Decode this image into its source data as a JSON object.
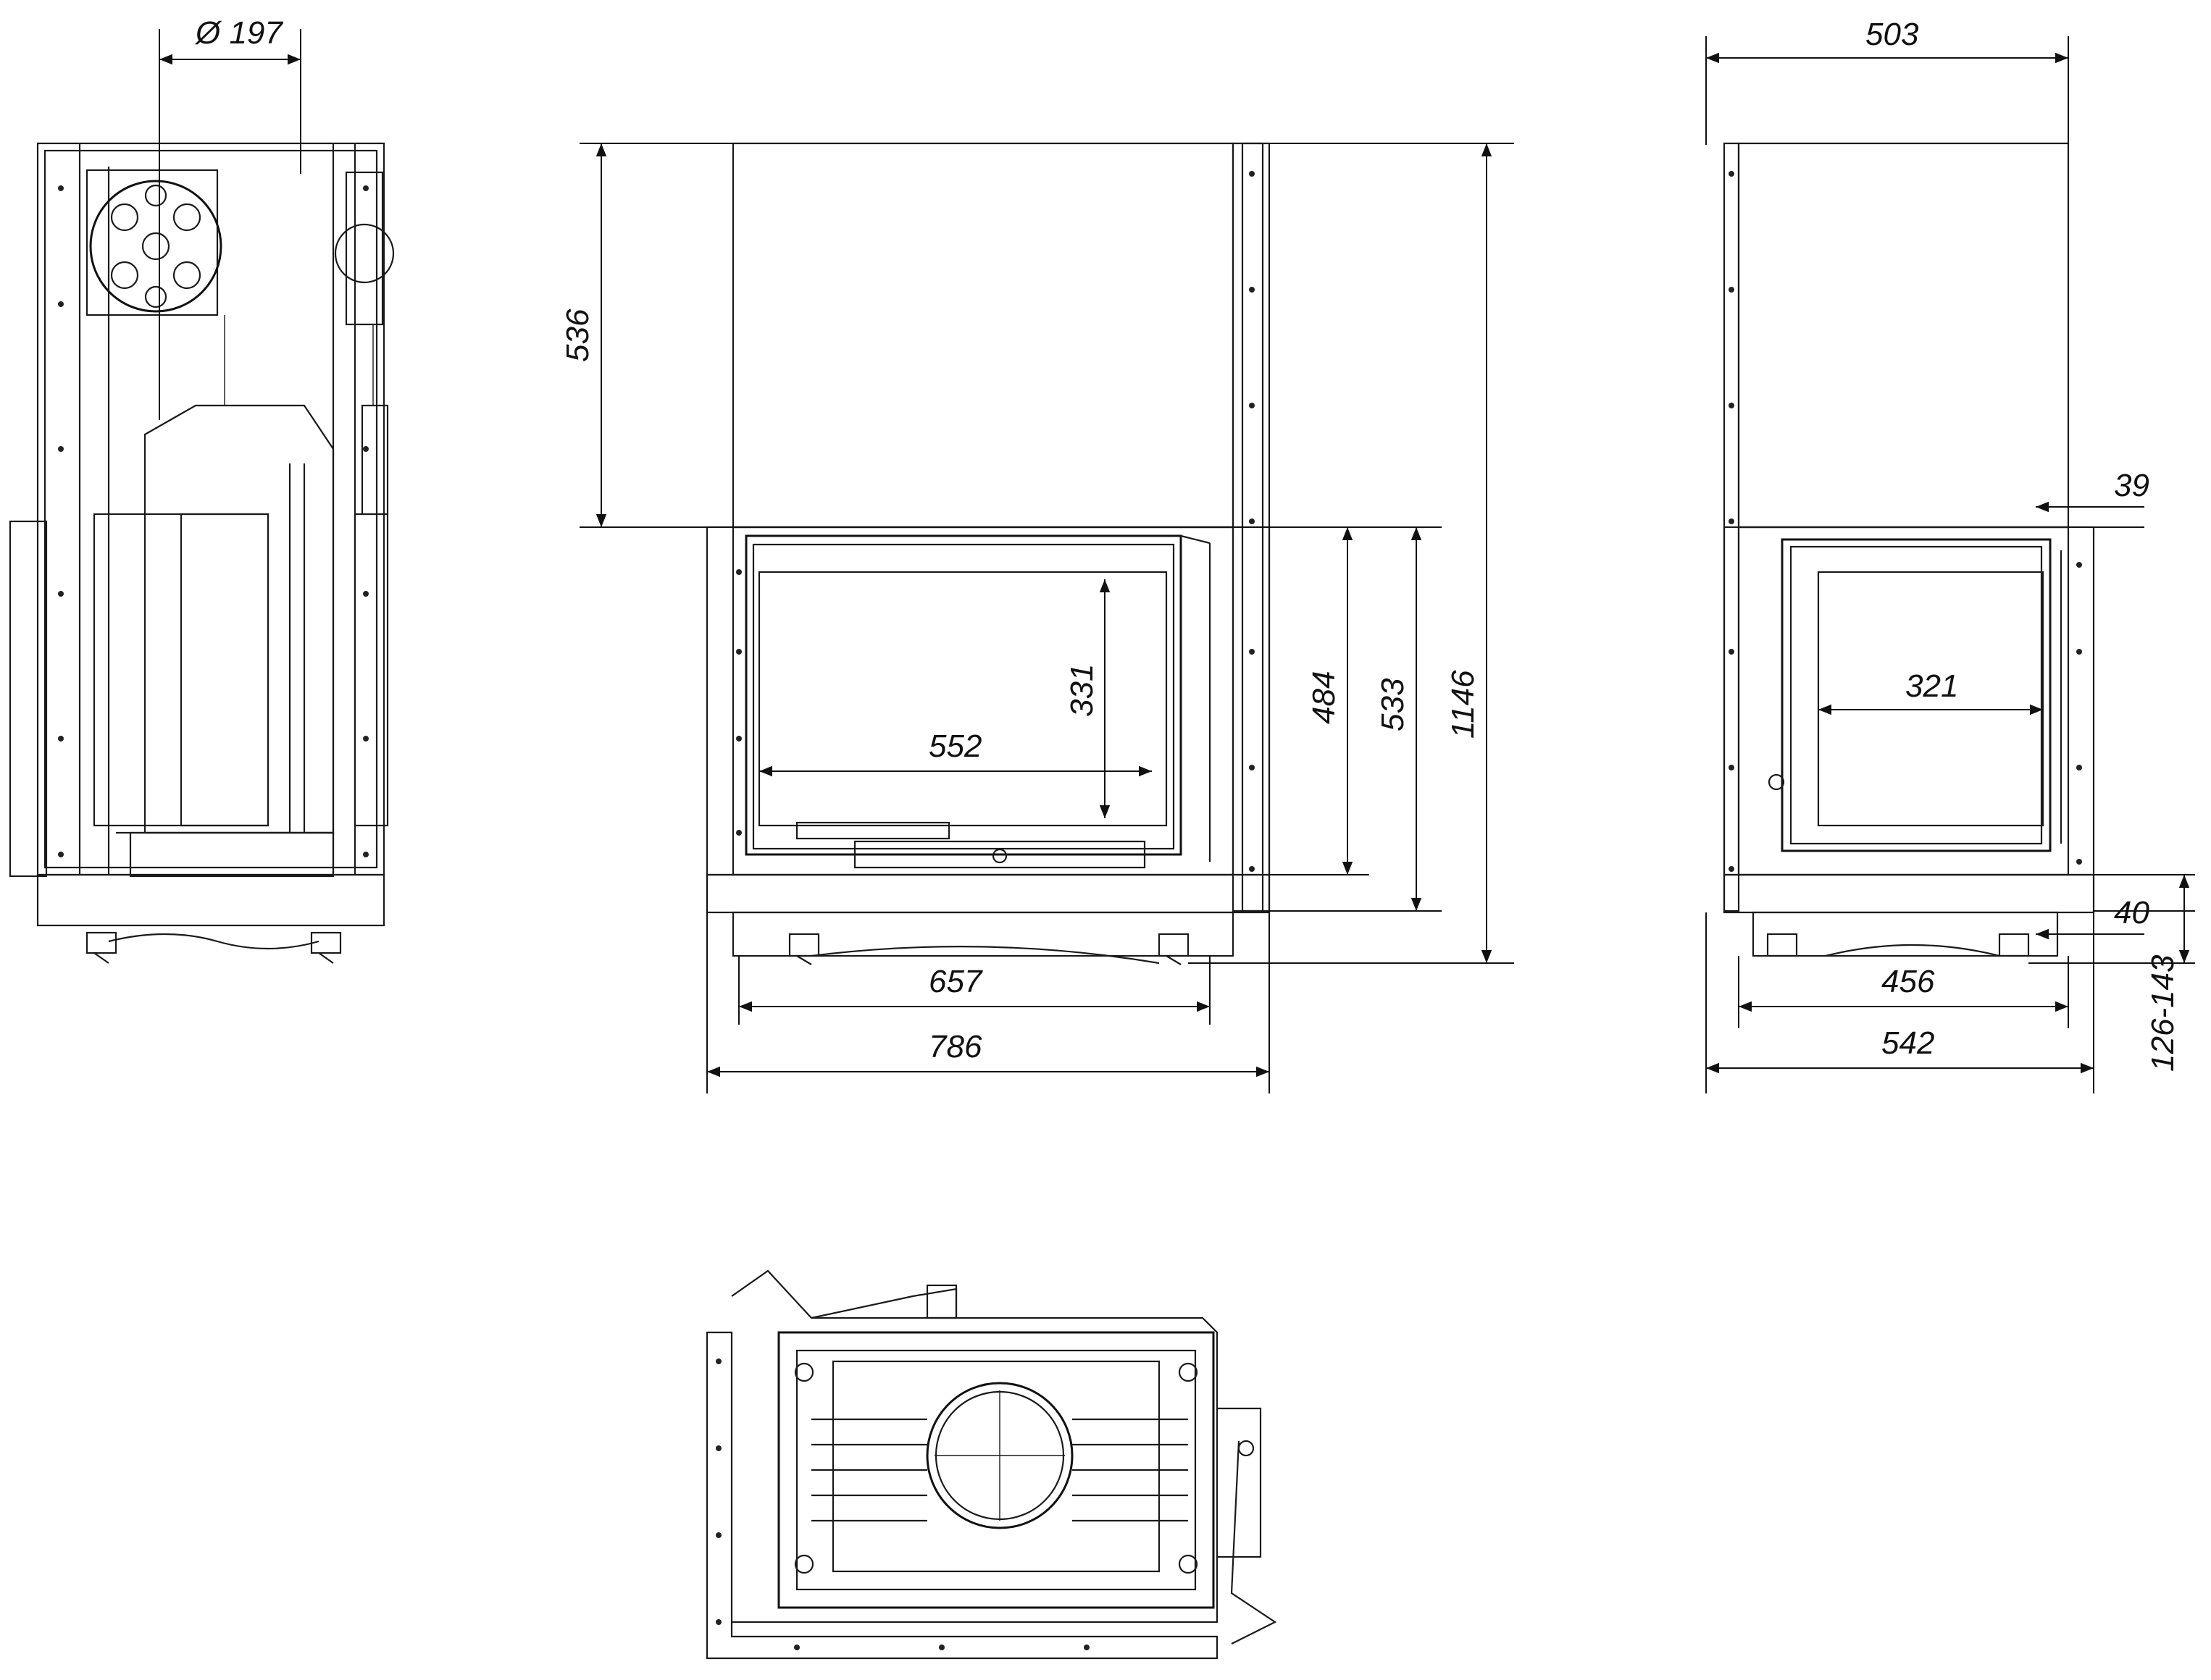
{
  "dimensions": {
    "left_view": {
      "flue_diameter": "Ø 197"
    },
    "front_view": {
      "upper_height": "536",
      "glass_height": "331",
      "glass_width": "552",
      "door_height": "484",
      "body_height": "533",
      "total_height": "1146",
      "foot_span": "657",
      "total_width": "786"
    },
    "side_view": {
      "top_width": "503",
      "offset": "39",
      "glass_width": "321",
      "foot_offset": "40",
      "foot_span": "456",
      "total_width": "542",
      "leg_range": "126-143"
    }
  },
  "icons": {
    "flue": "flue-outlet-icon",
    "damper": "damper-handle-icon",
    "grate": "grate-icon"
  }
}
